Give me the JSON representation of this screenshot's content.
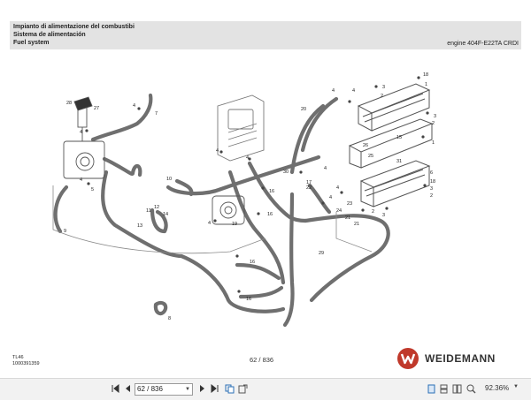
{
  "header": {
    "title_it": "Impianto di alimentazione del combustibi",
    "title_es": "Sistema de alimentación",
    "title_en": "Fuel system",
    "engine": "engine 404F-E22TA CRDI"
  },
  "footer": {
    "doc_code_1": "TL46",
    "doc_code_2": "1000391359",
    "page_label": "62 / 836",
    "brand": "WEIDEMANN"
  },
  "callouts": {
    "c1": "1",
    "c2": "2",
    "c3": "3",
    "c4": "4",
    "c5": "5",
    "c6": "6",
    "c7": "7",
    "c8": "8",
    "c9": "9",
    "c10": "10",
    "c11": "11",
    "c12": "12",
    "c13": "13",
    "c14": "14",
    "c15": "15",
    "c16": "16",
    "c17": "17",
    "c18": "18",
    "c19": "19",
    "c20": "20",
    "c21": "21",
    "c22": "22",
    "c23": "23",
    "c24": "24",
    "c25": "25",
    "c26": "26",
    "c27": "27",
    "c28": "28",
    "c29": "29",
    "c30": "30",
    "c31": "31"
  },
  "toolbar": {
    "first_icon": "first-page-icon",
    "prev_icon": "previous-page-icon",
    "page_value": "62 / 836",
    "next_icon": "next-page-icon",
    "last_icon": "last-page-icon",
    "zoom": "92.36%"
  }
}
